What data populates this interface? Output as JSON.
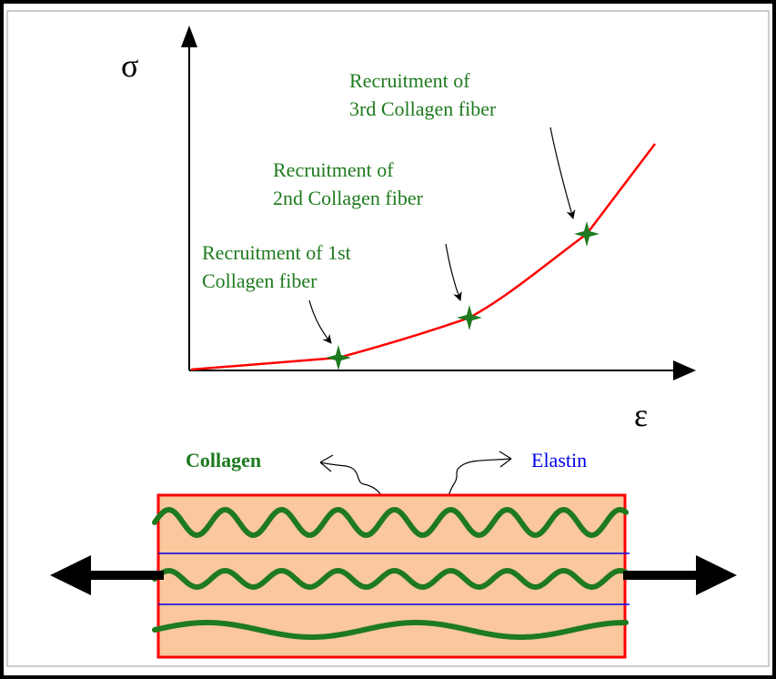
{
  "axes": {
    "y_label": "σ",
    "x_label": "ε"
  },
  "annotations": {
    "first": [
      "Recruitment of 1st",
      "Collagen fiber"
    ],
    "second": [
      "Recruitment of",
      "2nd Collagen fiber"
    ],
    "third": [
      "Recruitment of",
      "3rd Collagen fiber"
    ]
  },
  "tissue": {
    "collagen_label": "Collagen",
    "elastin_label": "Elastin"
  },
  "colors": {
    "curve": "#ff0000",
    "markers": "#1e7a1e",
    "text_green": "#1e7a1e",
    "elastin": "#0000ee",
    "tissue_fill": "#fbc79c",
    "tissue_border": "#ff0000",
    "arrows": "#000000",
    "frame": "#000000"
  }
}
